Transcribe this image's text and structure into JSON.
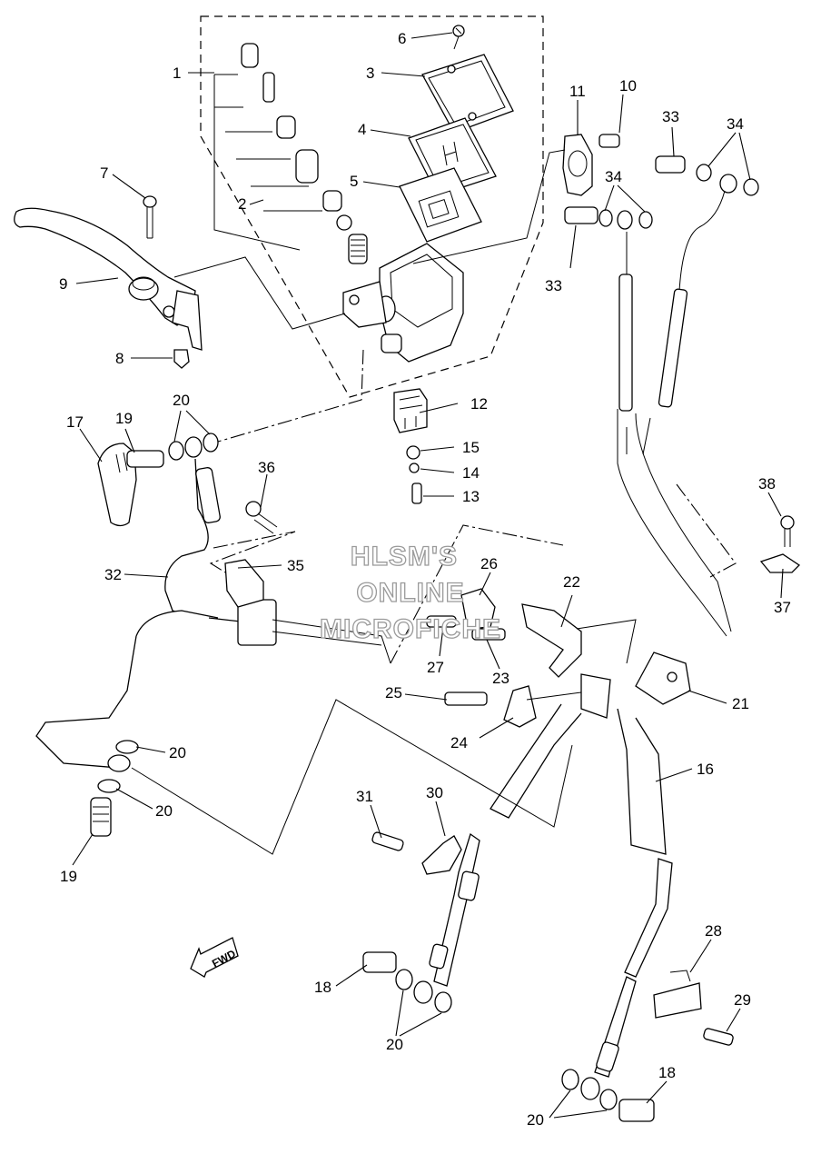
{
  "watermark": {
    "line1": "HLSM'S",
    "line2": "ONLINE",
    "line3": "MICROFICHE"
  },
  "direction_marker": {
    "label": "FWD"
  },
  "labels": {
    "p1": "1",
    "p2": "2",
    "p3": "3",
    "p4": "4",
    "p5": "5",
    "p6": "6",
    "p7": "7",
    "p8": "8",
    "p9": "9",
    "p10": "10",
    "p11": "11",
    "p12": "12",
    "p13": "13",
    "p14": "14",
    "p15": "15",
    "p16": "16",
    "p17": "17",
    "p18a": "18",
    "p18b": "18",
    "p19a": "19",
    "p19b": "19",
    "p20a": "20",
    "p20b": "20",
    "p20c": "20",
    "p20d": "20",
    "p20e": "20",
    "p21": "21",
    "p22": "22",
    "p23": "23",
    "p24": "24",
    "p25": "25",
    "p26": "26",
    "p27": "27",
    "p28": "28",
    "p29": "29",
    "p30": "30",
    "p31": "31",
    "p32": "32",
    "p33a": "33",
    "p33b": "33",
    "p34a": "34",
    "p34b": "34",
    "p35": "35",
    "p36": "36",
    "p37": "37",
    "p38": "38"
  }
}
